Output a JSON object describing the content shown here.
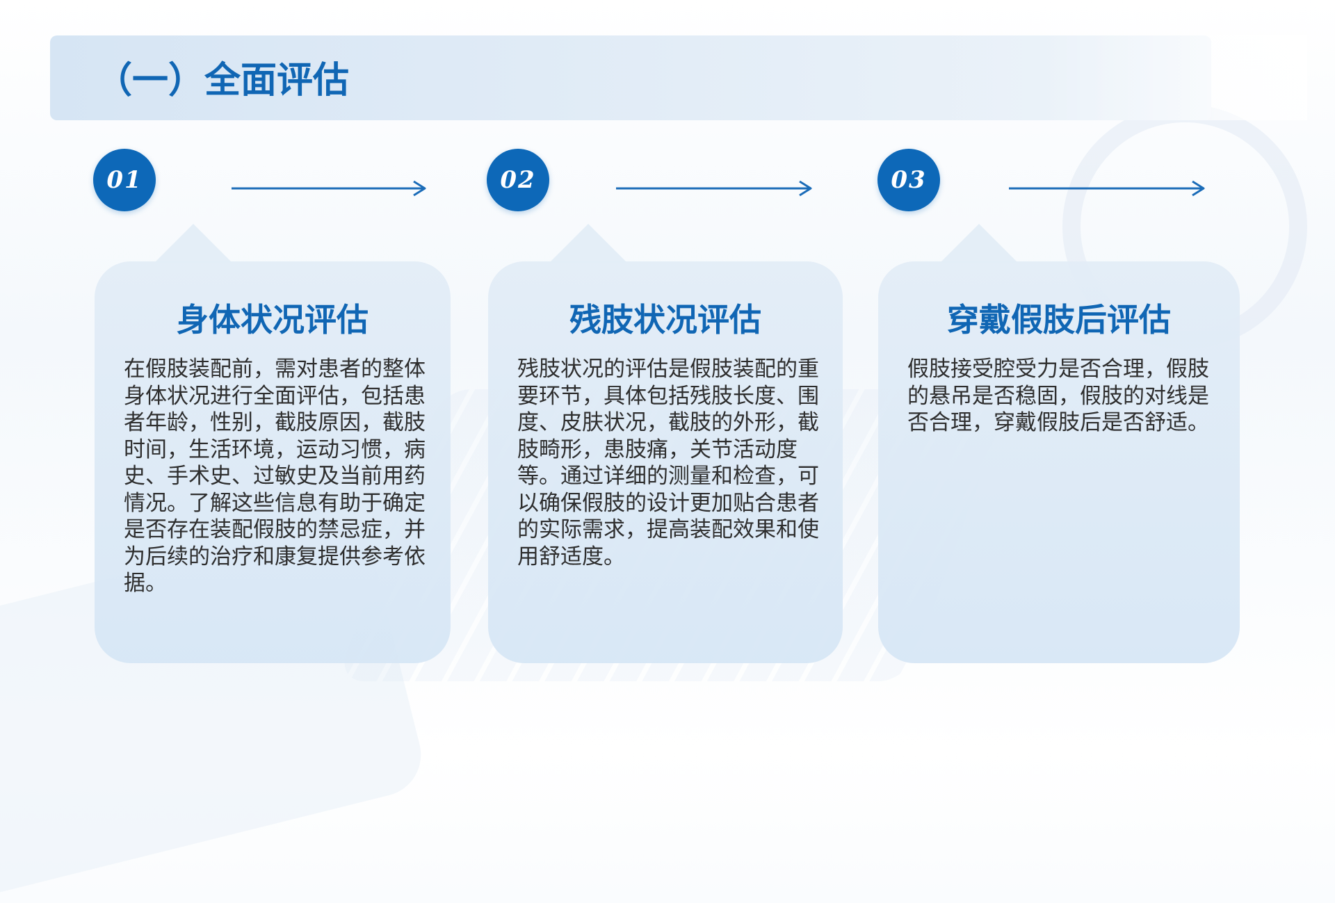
{
  "header": {
    "title": "（一）全面评估"
  },
  "steps": [
    {
      "number": "01",
      "card_title": "身体状况评估",
      "card_body": "在假肢装配前，需对患者的整体身体状况进行全面评估，包括患者年龄，性别，截肢原因，截肢时间，生活环境，运动习惯，病史、手术史、过敏史及当前用药情况。了解这些信息有助于确定是否存在装配假肢的禁忌症，并为后续的治疗和康复提供参考依据。"
    },
    {
      "number": "02",
      "card_title": "残肢状况评估",
      "card_body": "残肢状况的评估是假肢装配的重要环节，具体包括残肢长度、围度、皮肤状况，截肢的外形，截肢畸形，患肢痛，关节活动度等。通过详细的测量和检查，可以确保假肢的设计更加贴合患者的实际需求，提高装配效果和使用舒适度。"
    },
    {
      "number": "03",
      "card_title": "穿戴假肢后评估",
      "card_body": "假肢接受腔受力是否合理，假肢的悬吊是否稳固，假肢的对线是否合理，穿戴假肢后是否舒适。"
    }
  ],
  "colors": {
    "primary": "#1066b4",
    "badge": "#0d68b8",
    "card_bg": "#dfeaf6",
    "band_bg": "#d6e5f4",
    "body_text": "#2e2e2e"
  },
  "icons": [
    "arrow-right-icon"
  ]
}
